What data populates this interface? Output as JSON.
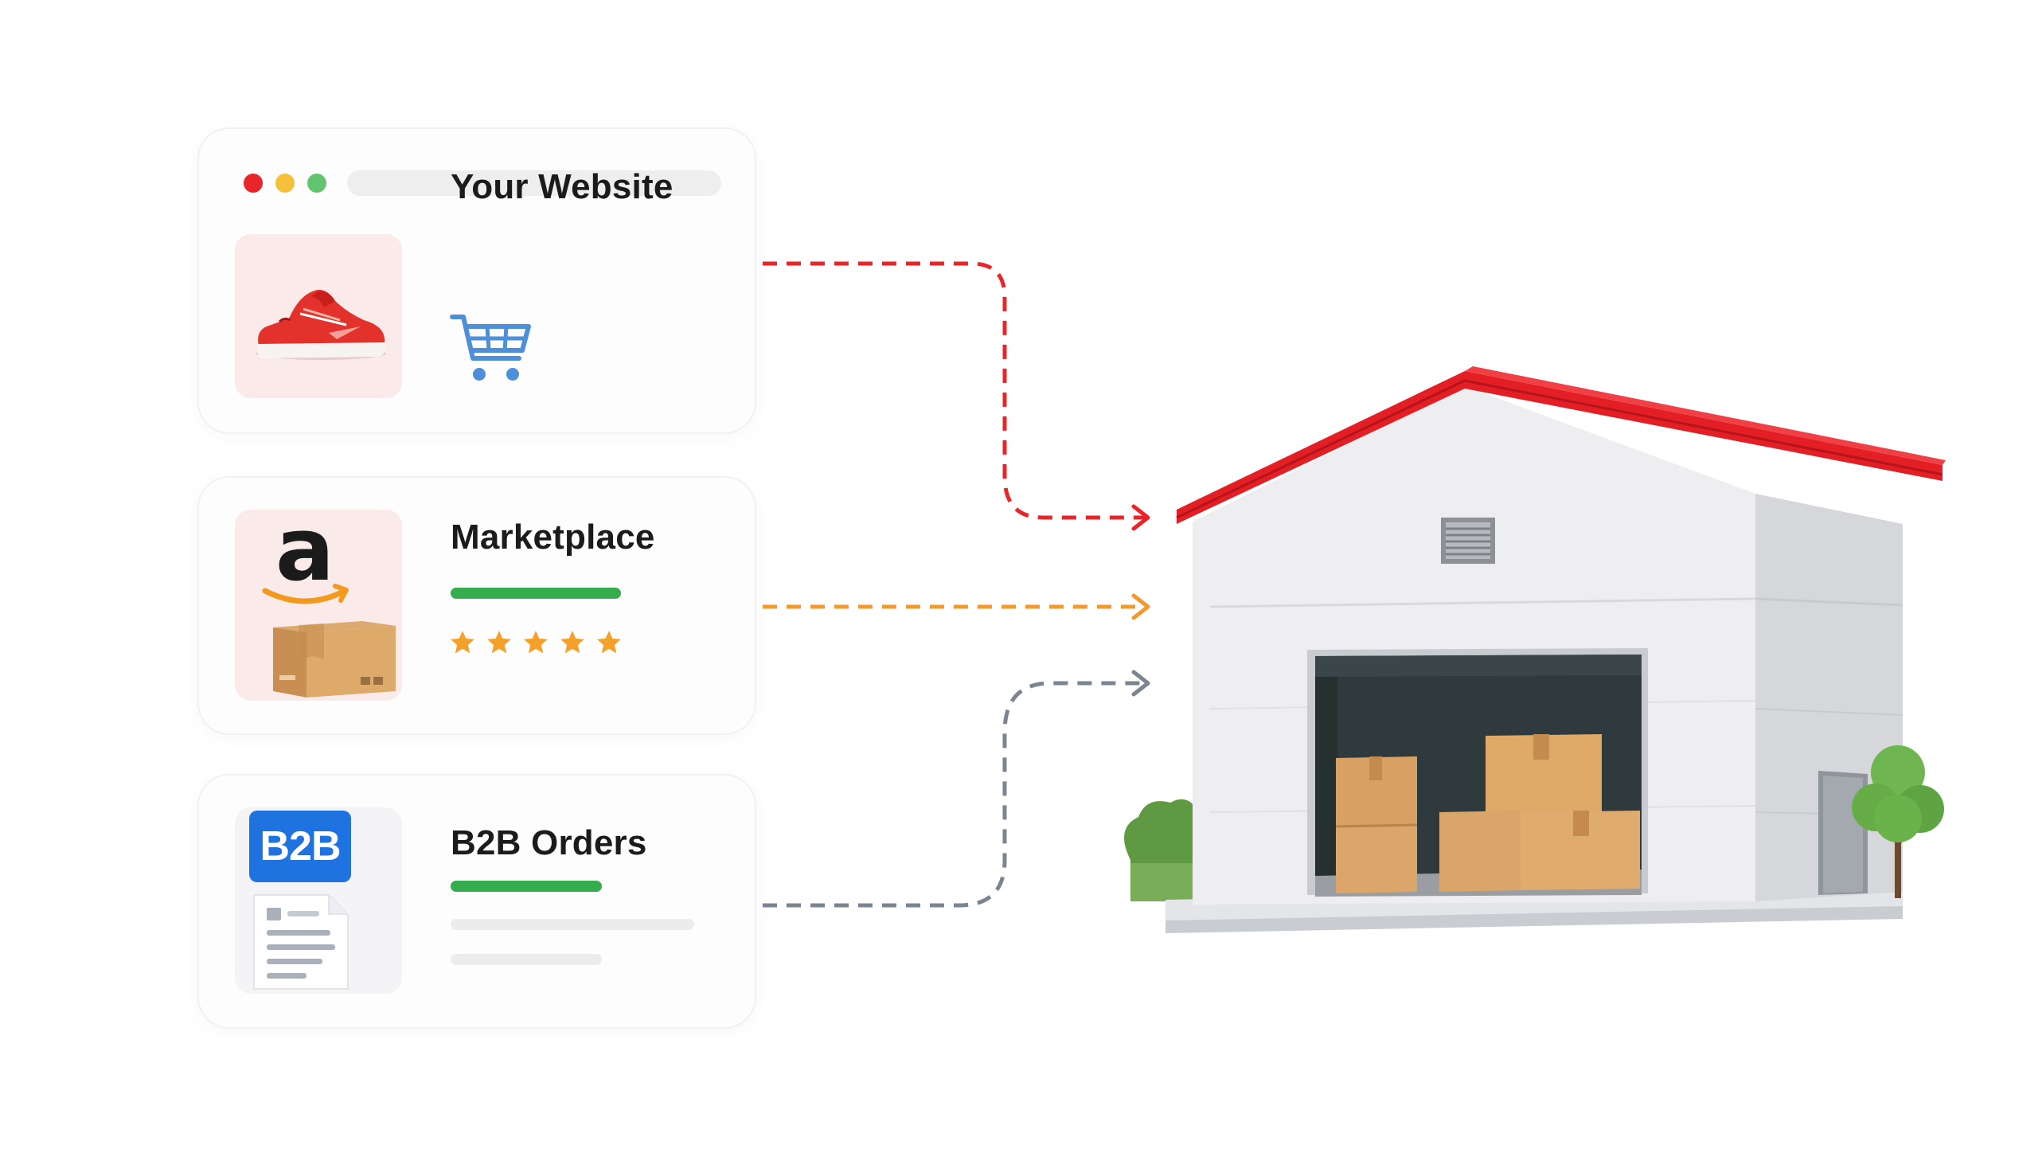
{
  "sources": [
    {
      "title": "Your Website"
    },
    {
      "title": "Marketplace"
    },
    {
      "title": "B2B Orders",
      "badge": "B2B"
    }
  ],
  "colors": {
    "website_flow": "#e8262a",
    "marketplace_flow": "#f29a2e",
    "b2b_flow": "#7a8591",
    "progress_green": "#35ad4f",
    "star": "#f4a12b",
    "b2b_badge": "#1f73e0",
    "roof": "#e31e24",
    "cart": "#4d8fd8"
  },
  "icons": {
    "website": [
      "sneaker-icon",
      "shopping-cart-icon"
    ],
    "marketplace": [
      "amazon-logo-icon",
      "cardboard-box-icon",
      "star-icon"
    ],
    "b2b": [
      "b2b-badge-icon",
      "document-icon"
    ],
    "destination": "warehouse-icon"
  },
  "marketplace_rating": {
    "stars": 5
  }
}
